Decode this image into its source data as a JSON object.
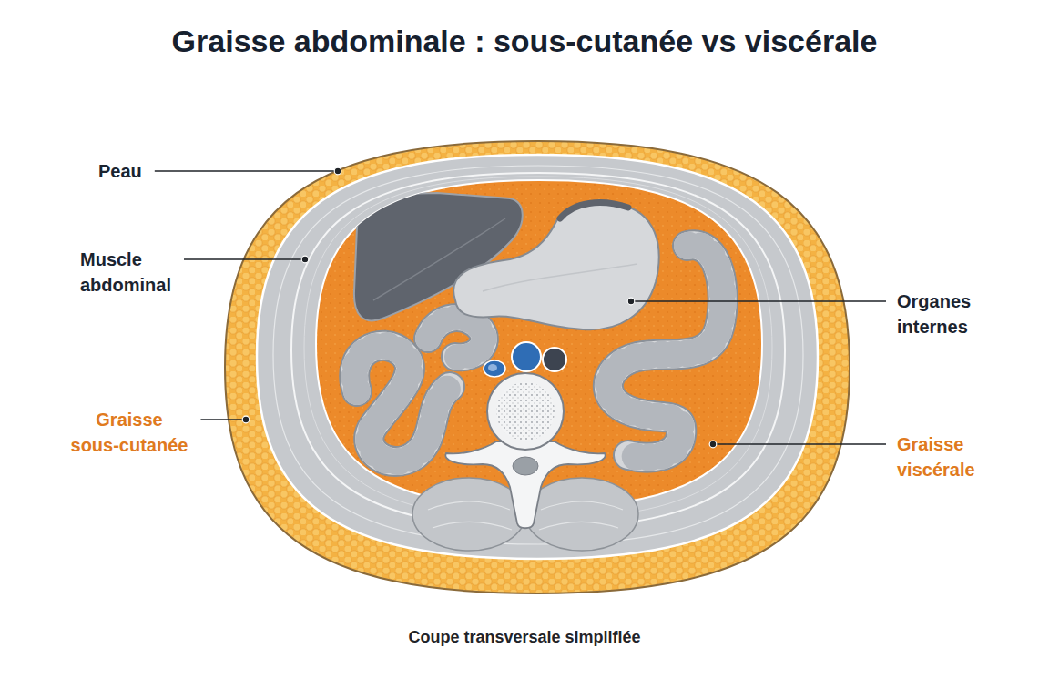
{
  "diagram": {
    "title": "Graisse abdominale : sous-cutanée vs viscérale",
    "caption": "Coupe transversale simplifiée",
    "labels": [
      "Peau",
      "Muscle abdominal",
      "Organes internes",
      "Graisse sous-cutanée",
      "Graisse viscérale"
    ]
  }
}
